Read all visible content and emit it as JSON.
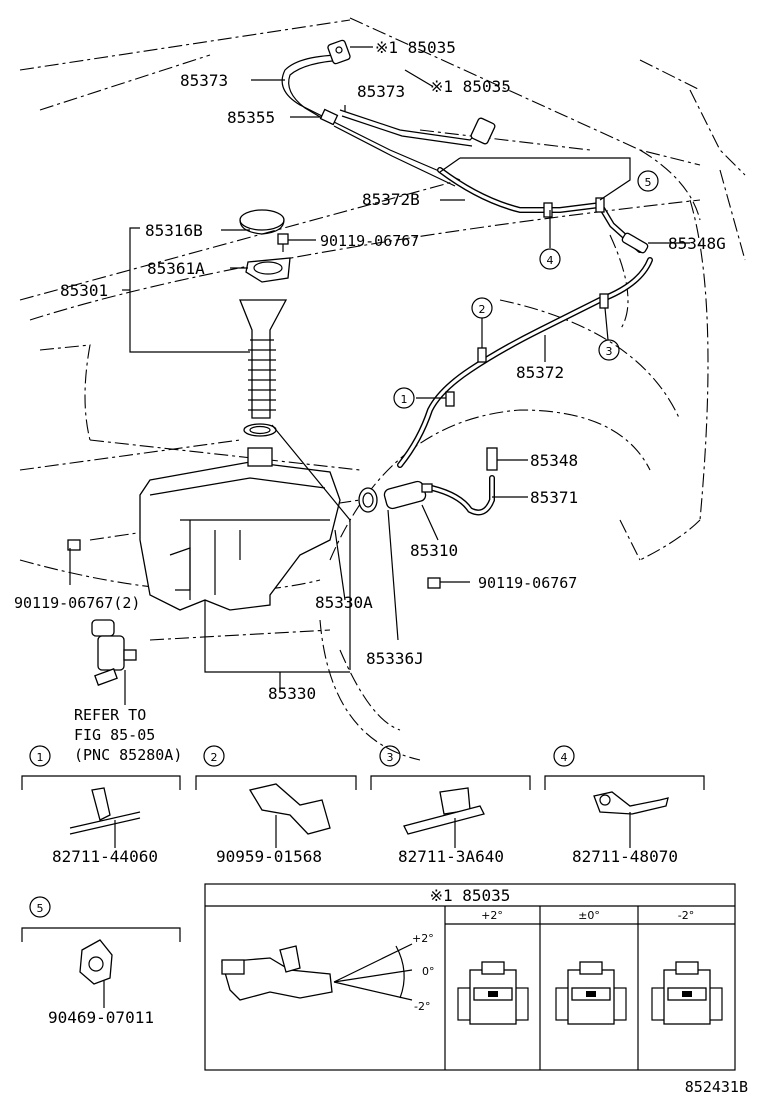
{
  "labels": {
    "p85035_a": "※1 85035",
    "p85035_b": "※1 85035",
    "p85373_a": "85373",
    "p85373_b": "85373",
    "p85355": "85355",
    "p85372B": "85372B",
    "p85316B": "85316B",
    "p90119_a": "90119-06767",
    "p85361A": "85361A",
    "p85301": "85301",
    "p85348G": "85348G",
    "p85372": "85372",
    "p85348": "85348",
    "p85371": "85371",
    "p85310": "85310",
    "p90119_b": "90119-06767",
    "p90119_2": "90119-06767(2)",
    "p85330A": "85330A",
    "p85336J": "85336J",
    "p85330": "85330",
    "refer_line1": "REFER TO",
    "refer_line2": "FIG 85-05",
    "refer_line3": "(PNC 85280A)"
  },
  "callouts": {
    "c1": "1",
    "c2": "2",
    "c3": "3",
    "c4": "4",
    "c5": "5"
  },
  "details": [
    {
      "num": "1",
      "part": "82711-44060"
    },
    {
      "num": "2",
      "part": "90959-01568"
    },
    {
      "num": "3",
      "part": "82711-3A640"
    },
    {
      "num": "4",
      "part": "82711-48070"
    },
    {
      "num": "5",
      "part": "90469-07011"
    }
  ],
  "adjust_table": {
    "title": "※1 85035",
    "columns": [
      "+2°",
      "±0°",
      "-2°"
    ],
    "angle_labels": [
      "+2°",
      "0°",
      "-2°"
    ]
  },
  "figure_id": "852431B"
}
